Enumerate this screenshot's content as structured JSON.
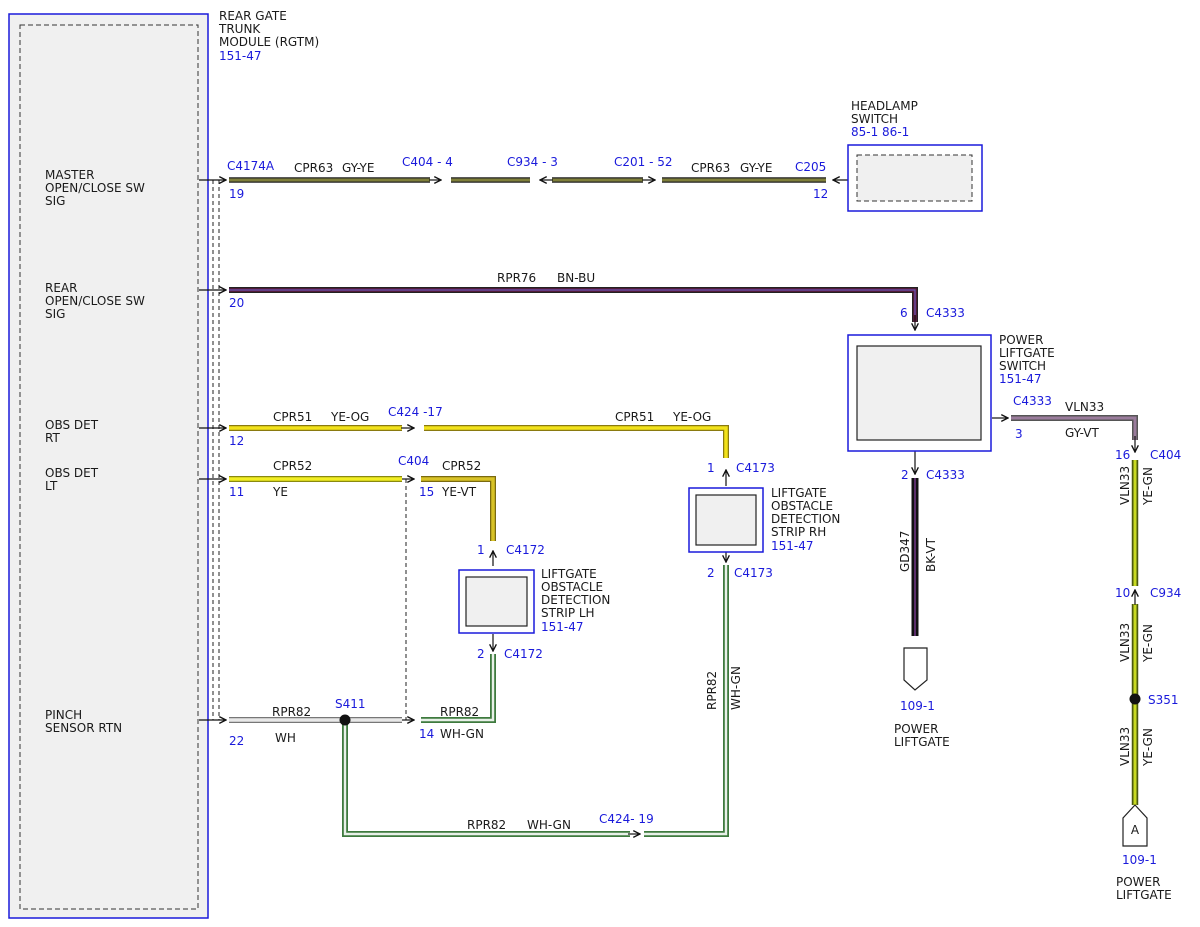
{
  "modules": {
    "rgtm": {
      "name_lines": [
        "REAR GATE",
        "TRUNK",
        "MODULE (RGTM)"
      ],
      "ref": "151-47"
    },
    "headlamp_switch": {
      "name_lines": [
        "HEADLAMP",
        "SWITCH"
      ],
      "ref": "85-1  86-1"
    },
    "power_liftgate_switch": {
      "name_lines": [
        "POWER",
        "LIFTGATE",
        "SWITCH"
      ],
      "ref": "151-47"
    },
    "strip_lh": {
      "name_lines": [
        "LIFTGATE",
        "OBSTACLE",
        "DETECTION",
        "STRIP LH"
      ],
      "ref": "151-47"
    },
    "strip_rh": {
      "name_lines": [
        "LIFTGATE",
        "OBSTACLE",
        "DETECTION",
        "STRIP RH"
      ],
      "ref": "151-47"
    }
  },
  "pin_labels": {
    "master": [
      "MASTER",
      "OPEN/CLOSE SW",
      "SIG"
    ],
    "rear": [
      "REAR",
      "OPEN/CLOSE SW",
      "SIG"
    ],
    "obs_rt": [
      "OBS DET",
      "RT"
    ],
    "obs_lt": [
      "OBS DET",
      "LT"
    ],
    "pinch": [
      "PINCH",
      "SENSOR RTN"
    ]
  },
  "pin_numbers": {
    "rgtm_19": "19",
    "rgtm_20": "20",
    "rgtm_12": "12",
    "rgtm_11": "11",
    "rgtm_22": "22",
    "c205_12": "12",
    "c4333_6": "6",
    "c4333_2": "2",
    "c4333_3": "3",
    "c4173_1": "1",
    "c4173_2": "2",
    "c4172_1": "1",
    "c4172_2": "2",
    "c404_15": "15",
    "c404_14": "14",
    "c404_16": "16",
    "c934_10": "10"
  },
  "connectors": {
    "c4174a": "C4174A",
    "c404_4": "C404 - 4",
    "c934_3": "C934 - 3",
    "c201_52": "C201 - 52",
    "c205": "C205",
    "c4333_top": "C4333",
    "c4333_right": "C4333",
    "c4333_bottom": "C4333",
    "c424_17": "C424 -17",
    "c404_mid": "C404",
    "c4173_top": "C4173",
    "c4173_bottom": "C4173",
    "c4172_top": "C4172",
    "c4172_bottom": "C4172",
    "s411": "S411",
    "c424_19": "C424- 19",
    "c404_right": "C404",
    "c934_right": "C934",
    "s351": "S351"
  },
  "circuits": {
    "cpr63_left": "CPR63",
    "gyye_left": "GY-YE",
    "cpr63_right": "CPR63",
    "gyye_right": "GY-YE",
    "rpr76": "RPR76",
    "bnbu": "BN-BU",
    "cpr51_left": "CPR51",
    "yeog_left": "YE-OG",
    "cpr51_right": "CPR51",
    "yeog_right": "YE-OG",
    "cpr52_left": "CPR52",
    "ye": "YE",
    "cpr52_right": "CPR52",
    "yevt": "YE-VT",
    "rpr82_left": "RPR82",
    "wh": "WH",
    "rpr82_mid": "RPR82",
    "whgn_mid": "WH-GN",
    "rpr82_bottom": "RPR82",
    "whgn_bottom": "WH-GN",
    "rpr82_vert": "RPR82",
    "whgn_vert": "WH-GN",
    "gd347": "GD347",
    "bkvt": "BK-VT",
    "vln33_h": "VLN33",
    "gyvt": "GY-VT",
    "vln33_1": "VLN33",
    "yegn_1": "YE-GN",
    "vln33_2": "VLN33",
    "yegn_2": "YE-GN",
    "vln33_3": "VLN33",
    "yegn_3": "YE-GN"
  },
  "references": {
    "ground_ref": "109-1",
    "ground_name": [
      "POWER",
      "LIFTGATE"
    ],
    "offpage_letter": "A",
    "offpage_ref": "109-1",
    "offpage_name": [
      "POWER",
      "LIFTGATE"
    ]
  },
  "colors": {
    "outline_blue": "#1a1adb",
    "gy_ye": "#7f7f3a",
    "bn_bu": "#6e1a45",
    "ye_og": "#f2e21a",
    "ye": "#f2ee22",
    "ye_vt": "#d8c226",
    "wh": "#d2d2d2",
    "wh_gn": "#5aa85a",
    "bk_vt": "#301530",
    "vln33": "#9a7c9c",
    "ye_gn": "#b8c81e"
  }
}
